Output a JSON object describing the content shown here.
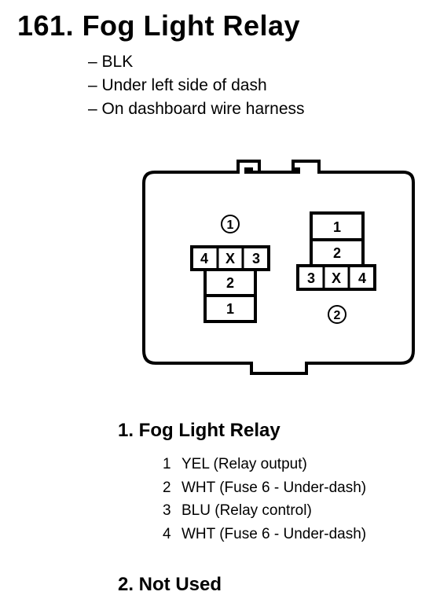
{
  "header": {
    "title": "161. Fog Light Relay",
    "notes": [
      "– BLK",
      "– Under left side of dash",
      "– On dashboard wire harness"
    ]
  },
  "diagram": {
    "connector1": {
      "label": "1",
      "top_row": [
        "4",
        "X",
        "3"
      ],
      "mid": "2",
      "bottom": "1"
    },
    "connector2": {
      "label": "2",
      "top": "1",
      "mid": "2",
      "bottom_row": [
        "3",
        "X",
        "4"
      ]
    }
  },
  "sections": [
    {
      "heading": "1. Fog Light Relay",
      "pins": [
        {
          "num": "1",
          "desc": "YEL (Relay output)"
        },
        {
          "num": "2",
          "desc": "WHT (Fuse 6 - Under-dash)"
        },
        {
          "num": "3",
          "desc": "BLU (Relay control)"
        },
        {
          "num": "4",
          "desc": "WHT (Fuse 6 - Under-dash)"
        }
      ]
    },
    {
      "heading": "2. Not Used"
    }
  ]
}
